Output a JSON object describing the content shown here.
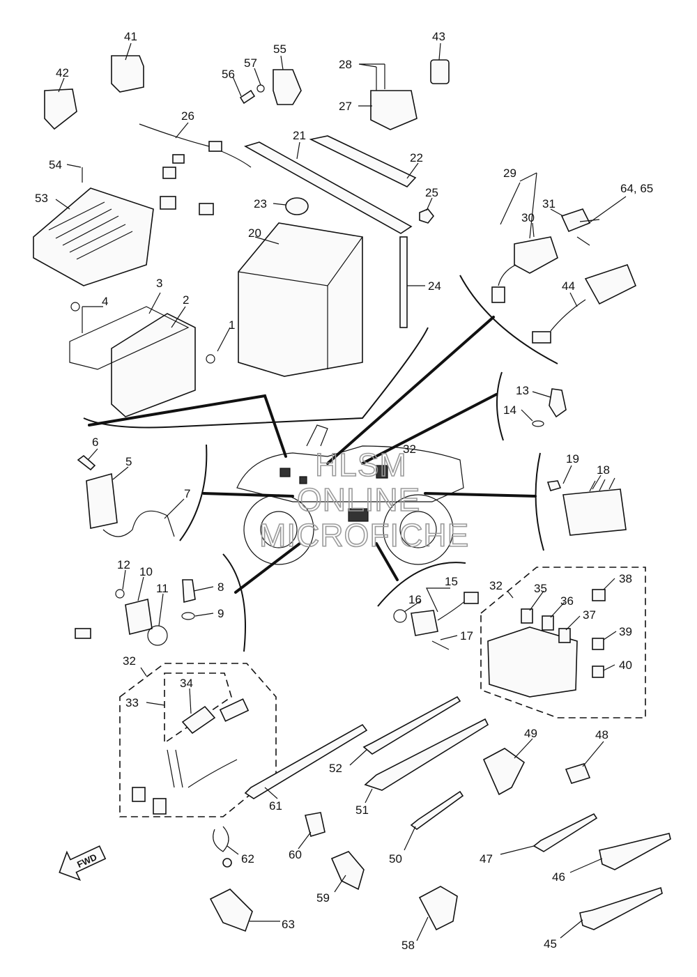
{
  "watermark": {
    "line1": "HLSM",
    "line2": "ONLINE",
    "line3": "MICROFICHE"
  },
  "fwd_arrow_label": "FWD",
  "callouts": {
    "c1": "1",
    "c2": "2",
    "c3": "3",
    "c4": "4",
    "c5": "5",
    "c6": "6",
    "c7": "7",
    "c8": "8",
    "c9": "9",
    "c10": "10",
    "c11": "11",
    "c12": "12",
    "c13": "13",
    "c14": "14",
    "c15": "15",
    "c16": "16",
    "c17": "17",
    "c18": "18",
    "c19": "19",
    "c20": "20",
    "c21": "21",
    "c22": "22",
    "c23": "23",
    "c24": "24",
    "c25": "25",
    "c26": "26",
    "c27": "27",
    "c28": "28",
    "c29": "29",
    "c30": "30",
    "c31": "31",
    "c32a": "32",
    "c32b": "32",
    "c32c": "32",
    "c33": "33",
    "c34": "34",
    "c35": "35",
    "c36": "36",
    "c37": "37",
    "c38": "38",
    "c39": "39",
    "c40": "40",
    "c41": "41",
    "c42": "42",
    "c43": "43",
    "c44": "44",
    "c45": "45",
    "c46": "46",
    "c47": "47",
    "c48": "48",
    "c49": "49",
    "c50": "50",
    "c51": "51",
    "c52": "52",
    "c53": "53",
    "c54": "54",
    "c55": "55",
    "c56": "56",
    "c57": "57",
    "c58": "58",
    "c59": "59",
    "c60": "60",
    "c61": "61",
    "c62": "62",
    "c63": "63",
    "c6465": "64, 65"
  }
}
